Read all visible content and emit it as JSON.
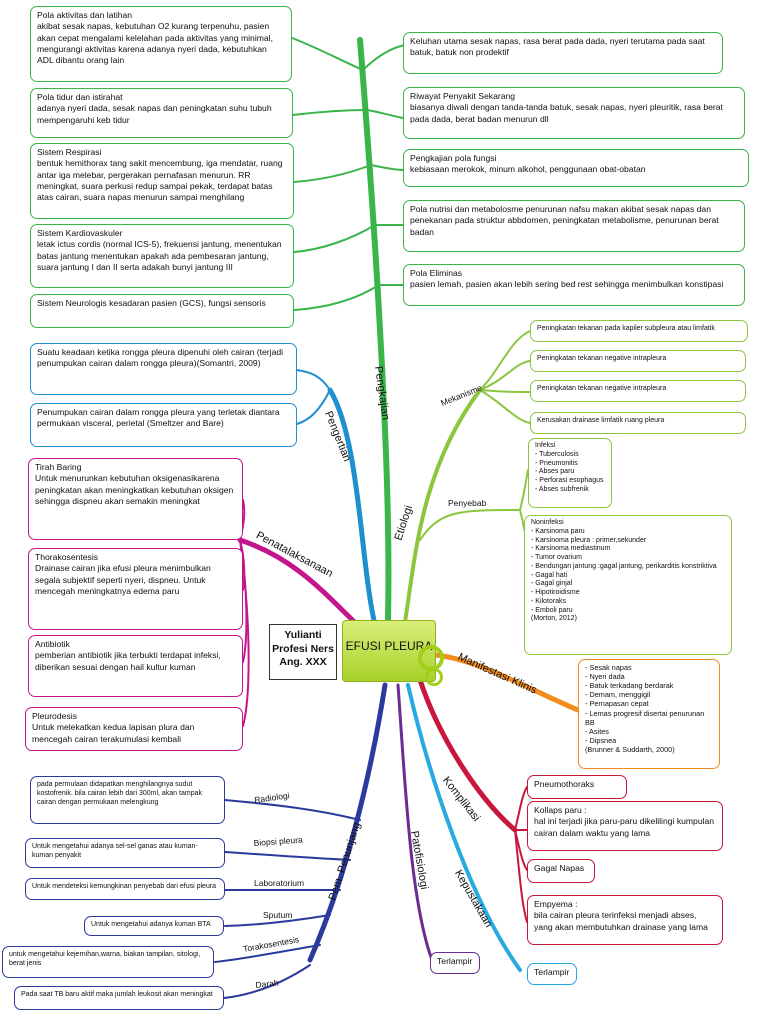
{
  "center": {
    "title": "EFUSI PLEURA"
  },
  "author": {
    "name": "Yulianti",
    "program": "Profesi Ners",
    "batch": "Ang. XXX"
  },
  "branches": {
    "pengkajian": "Pengkajian",
    "pengertian": "Pengertian",
    "penatalaksanaan": "Penatalaksanaan",
    "pem_penunjang": "Pem. Penunjang",
    "patofisiologi": "Patofisiologi",
    "kepustakaan": "Kepustakaan",
    "komplikasi": "Komplikasi",
    "manifestasi": "Manifestasi Klinis",
    "etiologi": "Etiologi",
    "mekanisme": "Mekanisme",
    "penyebab": "Penyebab"
  },
  "pengkajian_left": [
    {
      "title": "Pola aktivitas dan latihan",
      "text": "akibat sesak napas, kebutuhan O2 kurang terpenuhu, pasien akan cepat mengalami kelelahan pada aktivitas yang minimal, mengurangi aktivitas karena adanya nyeri dada, kebutuhkan ADL dibantu orang lain"
    },
    {
      "title": "Pola tidur dan istirahat",
      "text": "adanya nyeri dada, sesak napas dan peningkatan suhu tubuh mempengaruhi keb tidur"
    },
    {
      "title": "Sistem Respirasi",
      "text": "bentuk hemithorax tang sakit mencembung, iga mendatar, ruang antar iga melebar, pergerakan pernafasan menurun. RR meningkat, suara perkusi redup sampai pekak, terdapat batas atas cairan, suara napas menurun sampai menghilang"
    },
    {
      "title": "Sistem Kardiovaskuler",
      "text": "letak ictus cordis (normal ICS-5), frekuensi jantung, menentukan batas jantung menentukan apakah ada pembesaran jantung, suara jantung I dan II serta adakah bunyi jantung III"
    },
    {
      "title": "",
      "text": "Sistem Neurologis  kesadaran pasien (GCS), fungsi sensoris"
    }
  ],
  "pengkajian_right": [
    {
      "title": "",
      "text": "Keluhan utama  sesak napas, rasa berat pada dada, nyeri terutama pada saat batuk, batuk non prodektif"
    },
    {
      "title": "Riwayat Penyakit Sekarang",
      "text": "biasanya diwali dengan tanda-tanda batuk, sesak napas, nyeri pleuritik, rasa berat pada dada, berat badan menurun dll"
    },
    {
      "title": "Pengkajian pola fungsi",
      "text": "kebiasaan merokok, minum alkohol, penggunaan obat-obatan"
    },
    {
      "title": "",
      "text": "Pola nutrisi dan metabolosme penurunan nafsu makan akibat sesak napas dan penekanan pada struktur abbdomen, peningkatan metabolisme, penurunan berat badan"
    },
    {
      "title": "Pola Eliminas",
      "text": "pasien lemah, pasien akan lebih sering bed rest sehingga menimbulkan konstipasi"
    }
  ],
  "mekanisme": [
    "Peningkatan tekanan pada kapiler subpleura atau limfatik",
    "Peningkatan tekanan negative intrapleura",
    "Peningkatan tekanan negative intrapleura",
    "Kerusakan drainase limfatik ruang pleura"
  ],
  "infeksi": {
    "title": "Infeksi",
    "items": [
      "- Tuberculosis",
      "- Pneumonitis",
      "- Abses paru",
      "- Perforasi esophagus",
      "- Abses subfrenik"
    ]
  },
  "noninfeksi": {
    "title": "Noninfeksi",
    "items": [
      "- Karsinoma paru",
      "- Karsinoma pleura : primer,sekunder",
      "- Karsinoma mediastinum",
      "- Tumor ovarium",
      "- Bendungan jantung :gagal jantung, perikarditis konstriktiva",
      "- Gagal hati",
      "- Gagal ginjal",
      "- Hipotiroidisme",
      "- Kilotoraks",
      "- Emboli paru"
    ],
    "source": "(Morton, 2012)"
  },
  "manifestasi": {
    "items": [
      "- Sesak napas",
      "- Nyeri dada",
      "- Batuk terkadang berdarak",
      "- Demam, menggigil",
      "- Pernapasan cepat",
      "- Lemas progresif disertai penurunan BB",
      "- Asites",
      "- Dipsnea"
    ],
    "source": "(Brunner & Suddarth, 2000)"
  },
  "pengertian": [
    "Suatu keadaan ketika rongga pleura dipenuhi oleh cairan (terjadi penumpukan cairan dalam rongga pleura)(Somantri, 2009)",
    "Penumpukan cairan dalam rongga pleura yang terletak diantara permukaan visceral, perietal (Smeltzer and Bare)"
  ],
  "penatalaksanaan": [
    {
      "title": "Tirah Baring",
      "text": "Untuk menurunkan kebutuhan oksigenasikarena peningkatan akan meningkatkan kebutuhan oksigen sehingga dispneu akan semakin meningkat"
    },
    {
      "title": "Thorakosentesis",
      "text": "Drainase cairan jika efusi pleura menimbulkan segala subjektif seperti nyeri, dispneu. Untuk mencegah meningkatnya edema paru"
    },
    {
      "title": "Antibiotik",
      "text": "pemberian antibiotik jika terbukti terdapat infeksi, diberikan sesuai dengan hail kultur kuman"
    },
    {
      "title": "Pleurodesis",
      "text": "Untuk melekatkan kedua lapisan plura dan mencegah cairan terakumulasi kembali"
    }
  ],
  "komplikasi": [
    {
      "title": "Pneumothoraks",
      "text": ""
    },
    {
      "title": "Kollaps paru :",
      "text": "hal ini terjadi jika paru-paru dikelilingi kumpulan cairan dalam waktu yang lama"
    },
    {
      "title": "Gagal Napas",
      "text": ""
    },
    {
      "title": "Empyema :",
      "text": "bila cairan pleura terinfeksi menjadi abses, yang akan membutuhkan drainase yang lama"
    }
  ],
  "penunjang": [
    {
      "label": "Radiologi",
      "text": "pada permulaan didapatkan menghilangnya sudut kostofrenik. bila cairan lebih dari 300ml, akan tampak cairan dengan permukaan melengkung"
    },
    {
      "label": "Biopsi pleura",
      "text": "Untuk mengetahui adanya sel-sel ganas atau kuman-kuman penyakit"
    },
    {
      "label": "Laboratorium",
      "text": "Untuk mendeteksi kemungkinan penyebab dari efusi pleura"
    },
    {
      "label": "Sputum",
      "text": "Untuk mengetahui adanya kuman BTA"
    },
    {
      "label": "Torakosentesis",
      "text": "untuk mengetahui kejernihan,warna, biakan tampilan, sitologi, berat jenis"
    },
    {
      "label": "Darah",
      "text": "Pada saat TB baru aktif maka jumlah leukosit akan meningkat"
    }
  ],
  "patofisiologi": "Terlampir",
  "kepustakaan": "Terlampir",
  "colors": {
    "pengkajian": "#39b54a",
    "etiologi": "#8cc63f",
    "pengertian": "#1e8fcf",
    "penatalaksanaan": "#c3168c",
    "manifestasi": "#f28c1c",
    "komplikasi": "#c8163c",
    "penunjang": "#2b3a9c",
    "patofisiologi": "#6a2c91",
    "kepustakaan": "#27a9e1"
  }
}
